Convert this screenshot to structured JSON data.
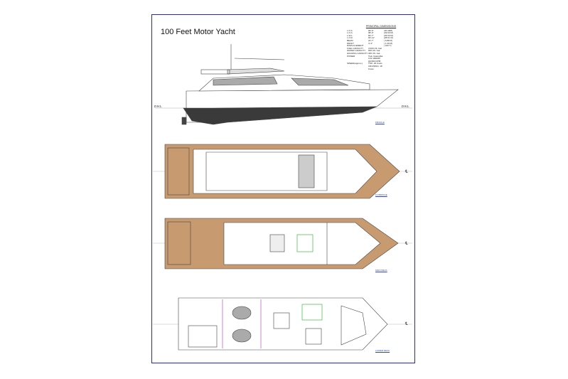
{
  "title": "100 Feet Motor Yacht",
  "dimensions": {
    "heading": "PRINCIPAL DIMENSIONS",
    "rows": [
      [
        "L.O.A.",
        "99'-6\"",
        "(30.40M)"
      ],
      [
        "L.O.A.",
        "98'-0\"",
        "(29.90 M)"
      ],
      [
        "L.W.L.",
        "83'-7\"",
        "(25.50 M)"
      ],
      [
        "L.O.D.",
        "93'-11\"",
        "(28.61 M)"
      ],
      [
        "BEAM",
        "22'-7\"",
        "( 6.88 M)"
      ],
      [
        "DRAFT",
        "4'-3\"",
        "( 1.30 M)"
      ],
      [
        "DISPLACEMENT",
        "",
        "( 100 T)"
      ],
      [
        "FUEL CAPACITY",
        "3,000 US. Gal",
        ""
      ],
      [
        "WATER CAPACITY",
        "600 US. Gal",
        ""
      ],
      [
        "HOLDING CAPACITY",
        "300 US. Gal",
        ""
      ],
      [
        "POWER",
        "Twin Caterpillar C32 1800HP @2300 RPM",
        ""
      ],
      [
        "SPEED(approx.)",
        "TOP: 25 Knots",
        ""
      ],
      [
        "",
        "CRUISING: 18 Knots",
        ""
      ]
    ]
  },
  "captions": {
    "profile": "PROFILE",
    "flybridge": "FLYBRIDGE",
    "main": "MAIN DECK",
    "lower": "LOWER DECK",
    "dwl": "D.W.L.",
    "cl": "℄"
  },
  "colors": {
    "frame": "#2a2aa8",
    "teak": "#c89a70",
    "hull": "#333333"
  }
}
